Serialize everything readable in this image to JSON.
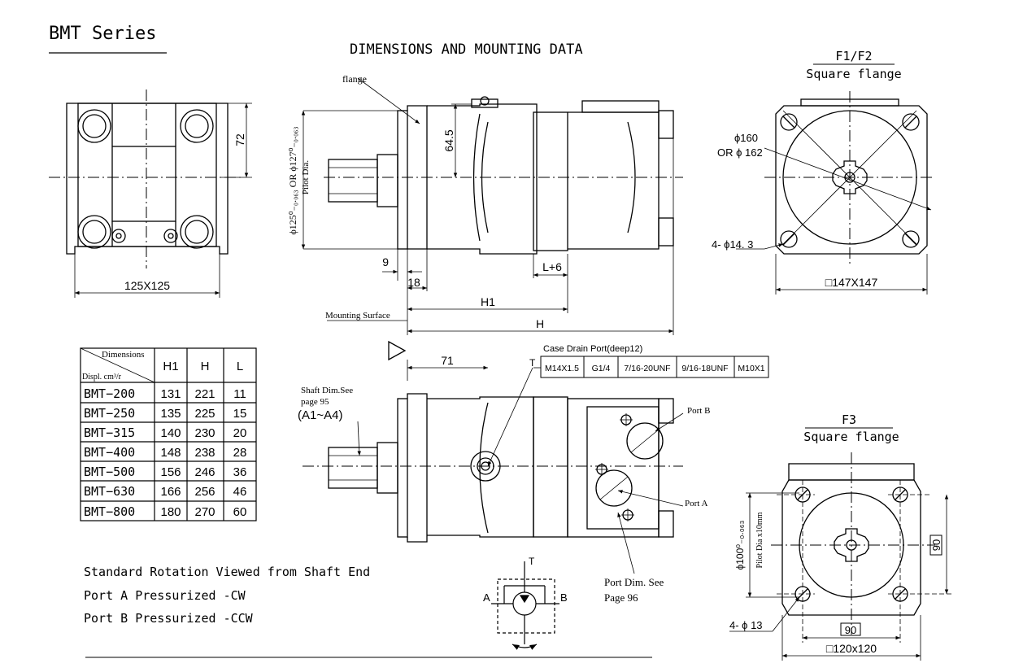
{
  "header": {
    "series_title": "BMT Series",
    "main_title": "DIMENSIONS AND MOUNTING DATA"
  },
  "flange_f1f2": {
    "title": "F1/F2",
    "subtitle": "Square flange",
    "dia_160": "ϕ160",
    "dia_162": "OR ϕ 162",
    "holes": "4- ϕ14. 3",
    "square": "□147X147"
  },
  "flange_f3": {
    "title": "F3",
    "subtitle": "Square flange",
    "pilot_dia": "ϕ100⁰₋₀.₀₆₃",
    "pilot_note": "Pilot Dia x10mm",
    "holes": "4- ϕ 13",
    "dim_90_right": "90",
    "dim_90_bottom": "90",
    "square": "□120x120"
  },
  "front_view": {
    "dim_72": "72",
    "dim_125": "125X125"
  },
  "side_view": {
    "flange_label": "flange",
    "pilot_dia": "ϕ125⁰₋₀.₀₆₃ OR ϕ127⁰₋₀.₀₆₃",
    "pilot_note": "Pilot Dia.",
    "dim_64_5": "64.5",
    "dim_9": "9",
    "dim_18": "18",
    "dim_l6": "L+6",
    "dim_h1": "H1",
    "dim_h": "H",
    "mounting_surface": "Mounting Surface"
  },
  "bottom_view": {
    "dim_71": "71",
    "t_label": "T",
    "case_drain_title": "Case Drain Port(deep12)",
    "case_drain_ports": [
      "M14X1.5",
      "G1/4",
      "7/16-20UNF",
      "9/16-18UNF",
      "M10X1"
    ],
    "shaft_note_1": "Shaft Dim.See",
    "shaft_note_2": "page 95",
    "shaft_note_3": "(A1~A4)",
    "port_b": "Port B",
    "port_a": "Port A",
    "port_dim_1": "Port Dim. See",
    "port_dim_2": "Page 96"
  },
  "dimension_table": {
    "corner_top": "Dimensions",
    "corner_bottom": "Displ. cm³/r",
    "columns": [
      "H1",
      "H",
      "L"
    ],
    "rows": [
      {
        "model": "BMT−200",
        "h1": "131",
        "h": "221",
        "l": "11"
      },
      {
        "model": "BMT−250",
        "h1": "135",
        "h": "225",
        "l": "15"
      },
      {
        "model": "BMT−315",
        "h1": "140",
        "h": "230",
        "l": "20"
      },
      {
        "model": "BMT−400",
        "h1": "148",
        "h": "238",
        "l": "28"
      },
      {
        "model": "BMT−500",
        "h1": "156",
        "h": "246",
        "l": "36"
      },
      {
        "model": "BMT−630",
        "h1": "166",
        "h": "256",
        "l": "46"
      },
      {
        "model": "BMT−800",
        "h1": "180",
        "h": "270",
        "l": "60"
      }
    ]
  },
  "rotation": {
    "line1": "Standard Rotation Viewed from Shaft End",
    "line2": "Port A Pressurized -CW",
    "line3": "Port B Pressurized -CCW"
  },
  "schematic": {
    "t": "T",
    "a": "A",
    "b": "B"
  }
}
